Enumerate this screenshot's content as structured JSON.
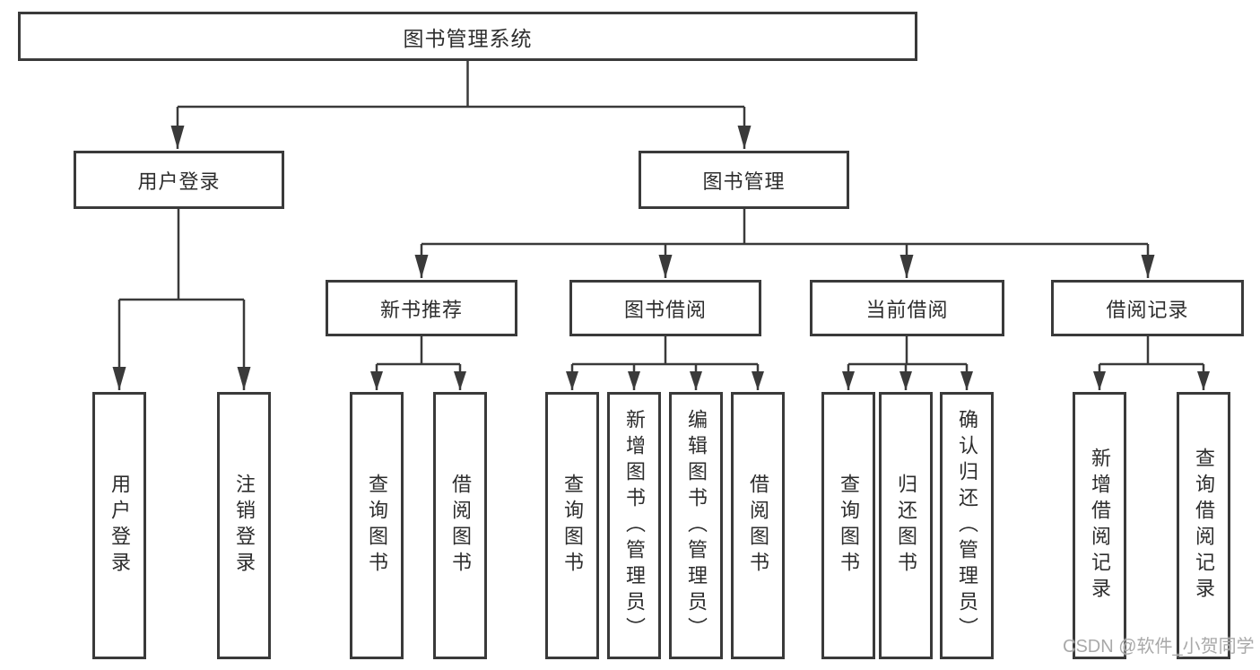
{
  "tree": {
    "root": {
      "label": "图书管理系统"
    },
    "branches": [
      {
        "label": "用户登录",
        "children": [
          {
            "label": "用户登录"
          },
          {
            "label": "注销登录"
          }
        ]
      },
      {
        "label": "图书管理",
        "sections": [
          {
            "label": "新书推荐",
            "children": [
              {
                "label": "查询图书"
              },
              {
                "label": "借阅图书"
              }
            ]
          },
          {
            "label": "图书借阅",
            "children": [
              {
                "label": "查询图书"
              },
              {
                "label": "新增图书（管理员）"
              },
              {
                "label": "编辑图书（管理员）"
              },
              {
                "label": "借阅图书"
              }
            ]
          },
          {
            "label": "当前借阅",
            "children": [
              {
                "label": "查询图书"
              },
              {
                "label": "归还图书"
              },
              {
                "label": "确认归还（管理员）"
              }
            ]
          },
          {
            "label": "借阅记录",
            "children": [
              {
                "label": "新增借阅记录"
              },
              {
                "label": "查询借阅记录"
              }
            ]
          }
        ]
      }
    ]
  },
  "watermark": "CSDN @软件_小贺同学",
  "colors": {
    "line": "#3a3a3a",
    "box_border": "#3a3a3a",
    "text": "#2d2d2d",
    "watermark": "#a9a9a9",
    "background": "#ffffff"
  }
}
